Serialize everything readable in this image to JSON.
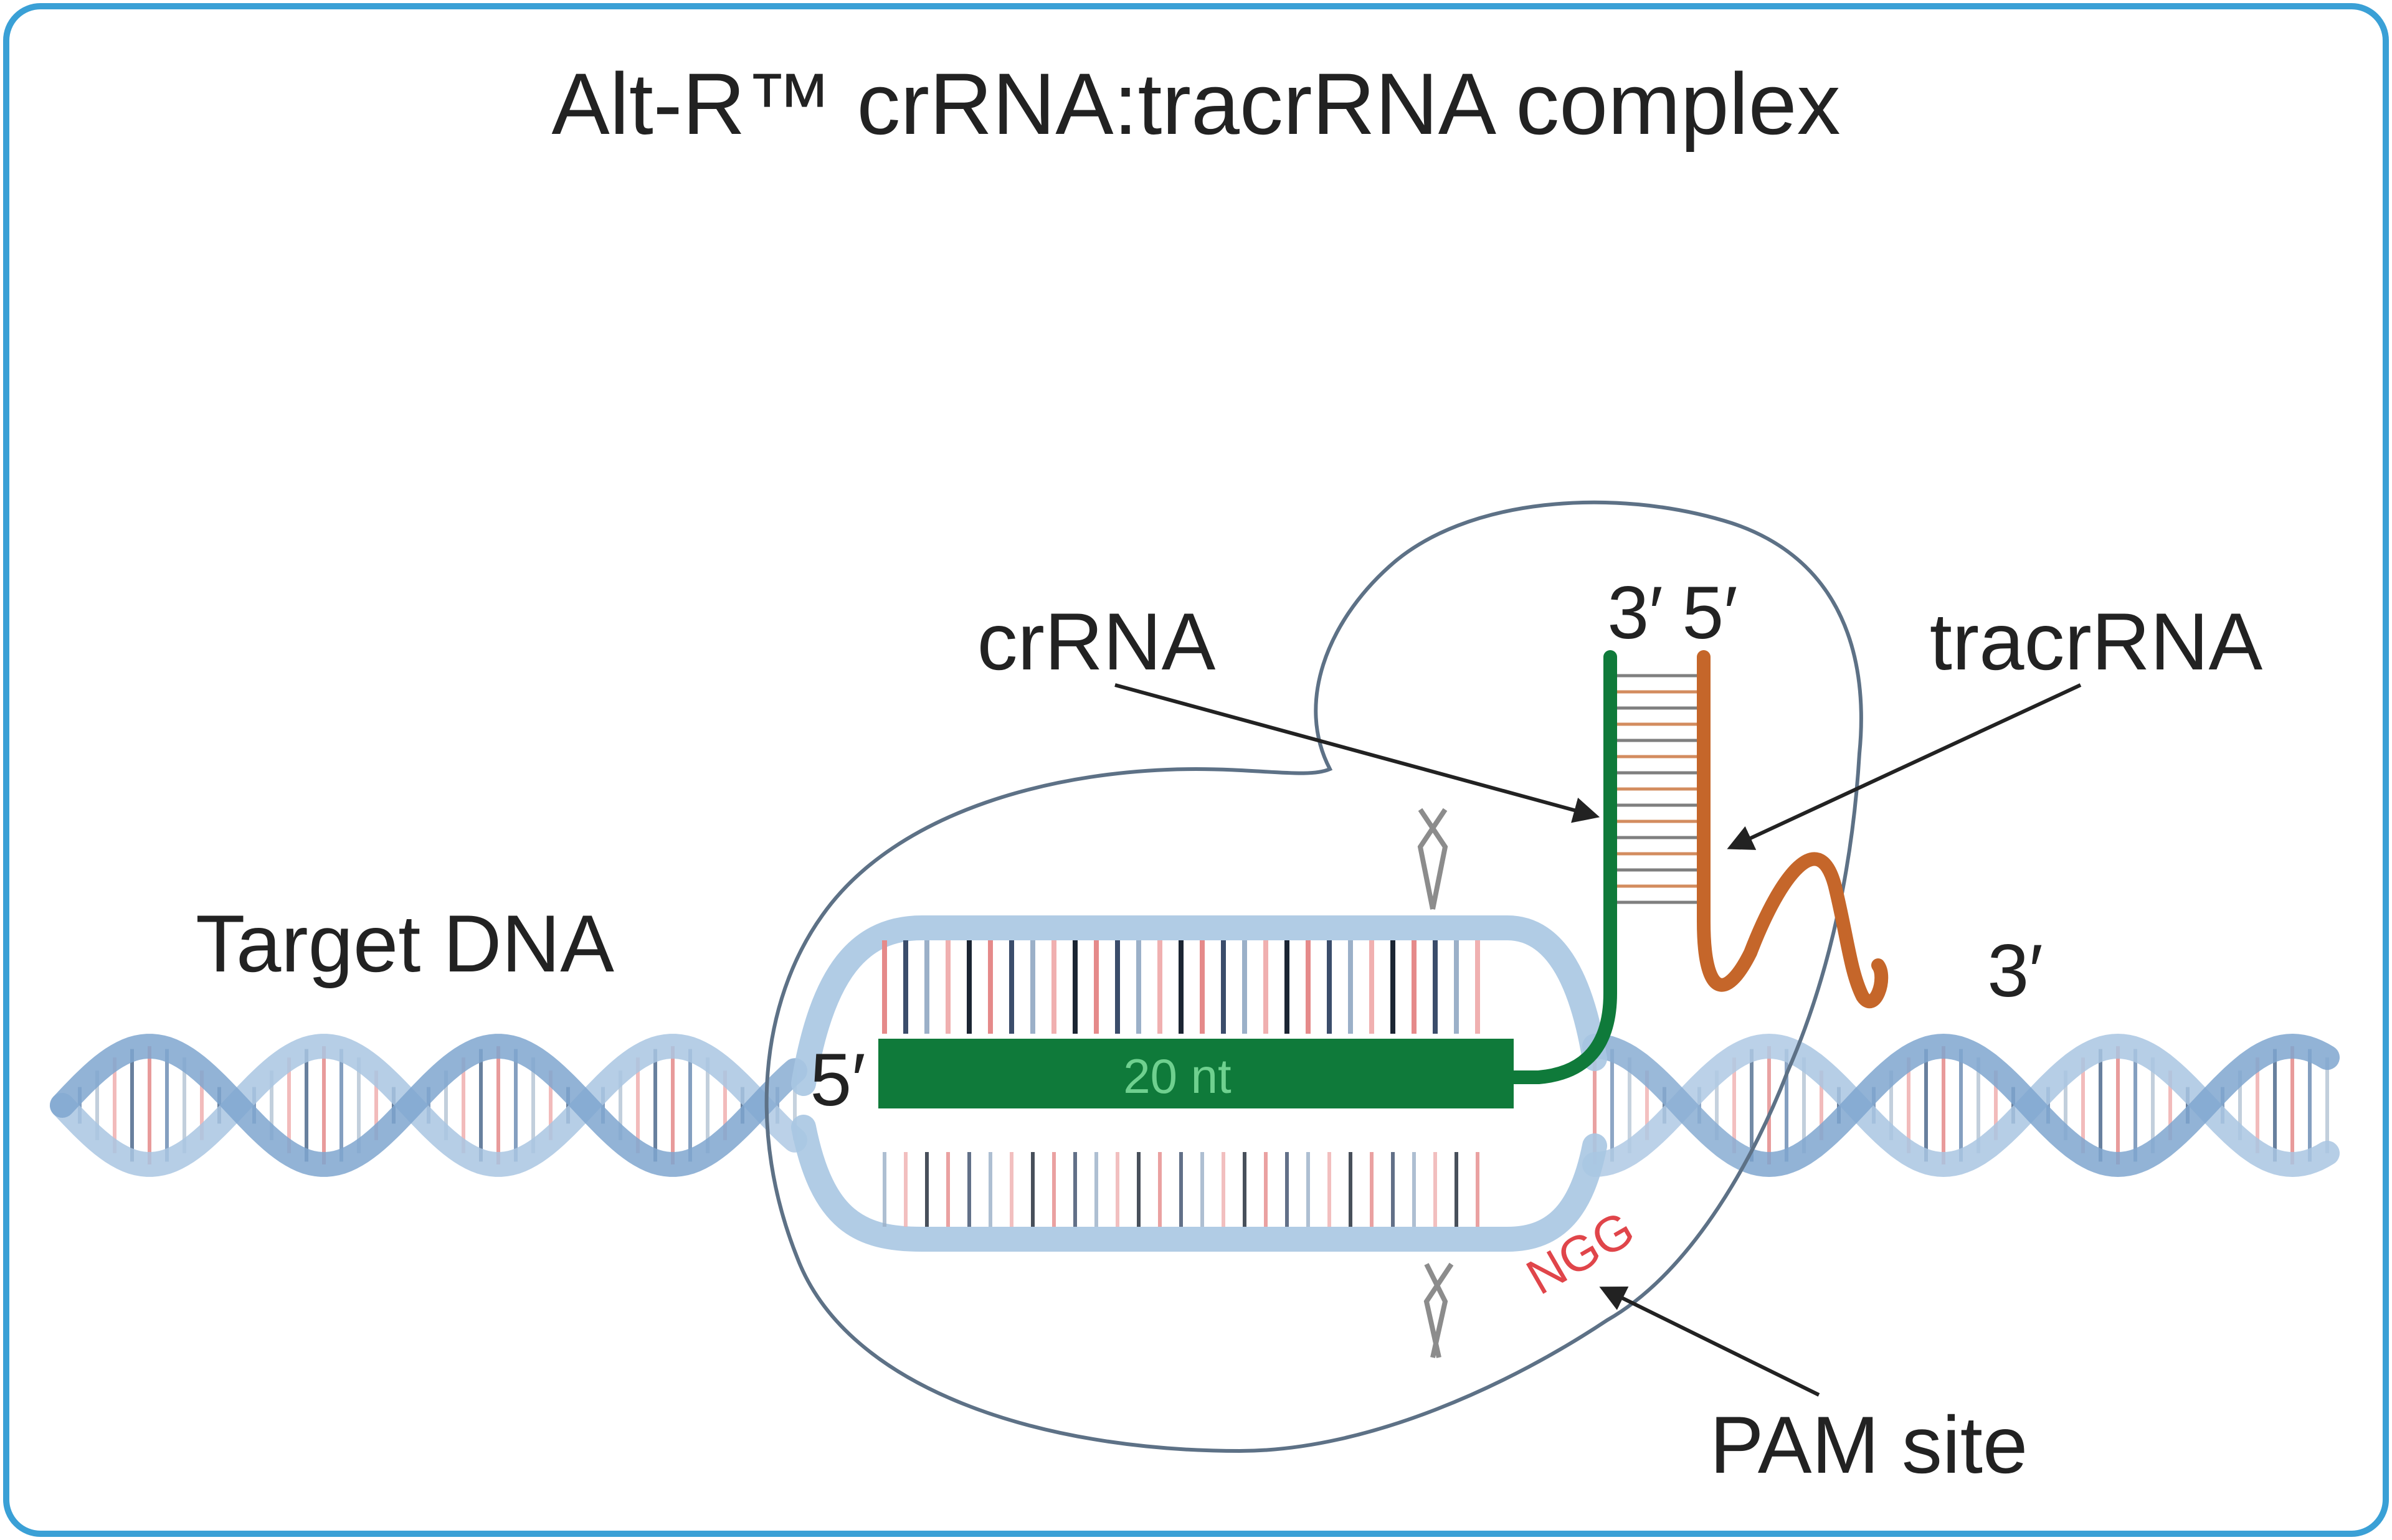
{
  "title": "Alt-R™ crRNA:tracrRNA complex",
  "labels": {
    "crrna": "crRNA",
    "tracrrna": "tracrRNA",
    "target_dna": "Target DNA",
    "pam_site": "PAM site",
    "three_prime_top": "3′",
    "five_prime_top": "5′",
    "five_prime_left": "5′",
    "three_prime_right": "3′",
    "guide_length": "20 nt",
    "pam_sequence": "NGG"
  },
  "colors": {
    "frame": "#3aa0d6",
    "dna_backbone": "#a9c6e2",
    "dna_backbone_dark": "#7fa6cf",
    "crrna": "#0f7a3a",
    "tracrrna": "#c5662a",
    "pam": "#e0454a",
    "cas9_outline": "#5d7186"
  }
}
